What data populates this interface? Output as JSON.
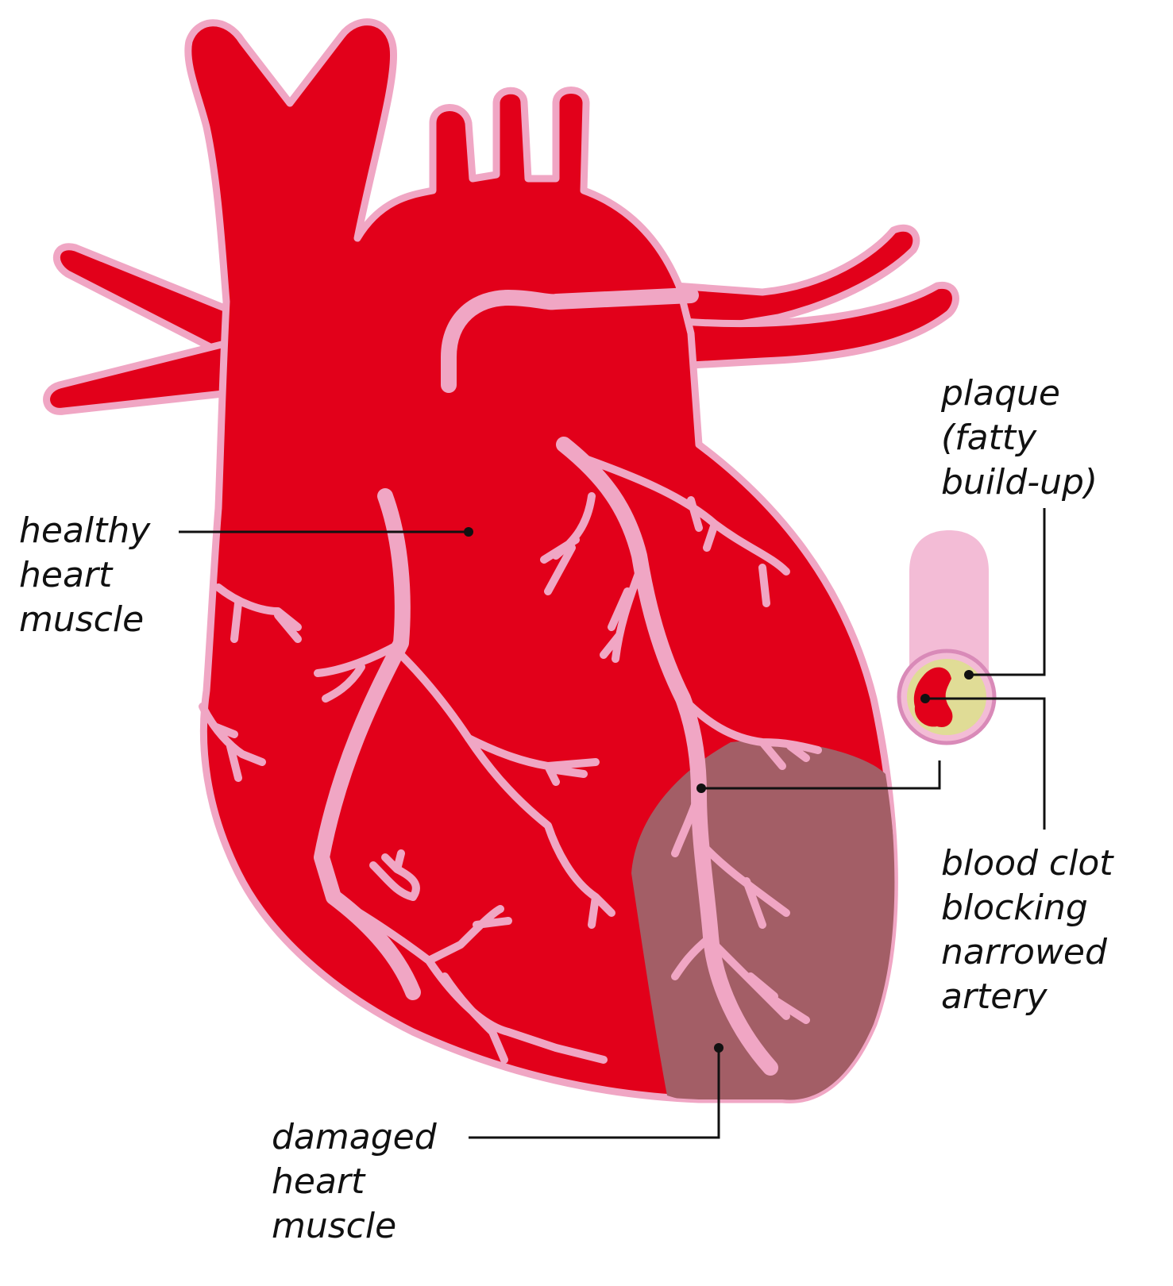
{
  "colors": {
    "heart": "#e2001a",
    "outline": "#f0a6c4",
    "damaged": "#a35e66",
    "plaque": "#e0dc96",
    "artery_outer": "#f3bcd6",
    "leader": "#111111"
  },
  "labels": {
    "healthy": [
      "healthy",
      "heart",
      "muscle"
    ],
    "plaque": [
      "plaque",
      "(fatty",
      "build-up)"
    ],
    "clot": [
      "blood clot",
      "blocking",
      "narrowed",
      "artery"
    ],
    "damaged": [
      "damaged",
      "heart",
      "muscle"
    ]
  }
}
